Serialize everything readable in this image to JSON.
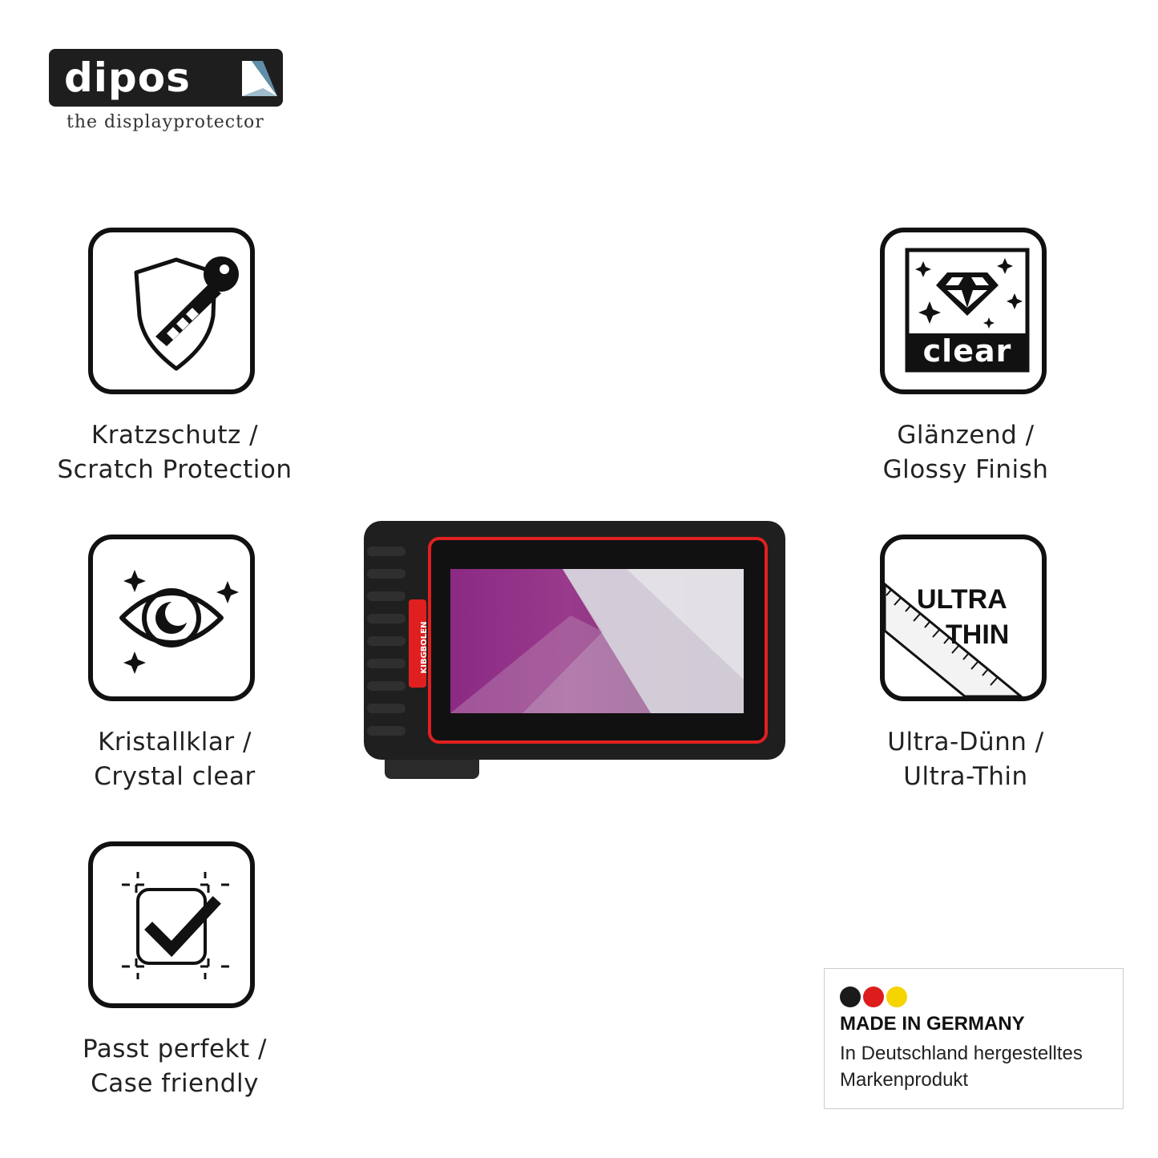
{
  "brand": {
    "logo_text": "dipos",
    "tagline": "the displayprotector"
  },
  "features": [
    {
      "icon": "shield-key-icon",
      "line1": "Kratzschutz /",
      "line2": "Scratch Protection"
    },
    {
      "icon": "eye-sparkle-icon",
      "line1": "Kristallklar /",
      "line2": "Crystal clear"
    },
    {
      "icon": "checkmark-frame-icon",
      "line1": "Passt perfekt /",
      "line2": "Case friendly"
    },
    {
      "icon": "diamond-clear-icon",
      "label": "clear",
      "line1": "Glänzend /",
      "line2": "Glossy Finish"
    },
    {
      "icon": "ruler-ultra-thin-icon",
      "label_1": "ULTRA",
      "label_2": "THIN",
      "line1": "Ultra-Dünn /",
      "line2": "Ultra-Thin"
    }
  ],
  "device": {
    "brand_label": "KIBGBOLEN",
    "accent_color": "#e02020",
    "body_color": "#1f1f1f"
  },
  "made_in": {
    "title": "MADE IN GERMANY",
    "line1": "In Deutschland hergestelltes",
    "line2": "Markenprodukt",
    "flag_colors": [
      "#1a1a1a",
      "#dd1c1c",
      "#f5d400"
    ]
  }
}
